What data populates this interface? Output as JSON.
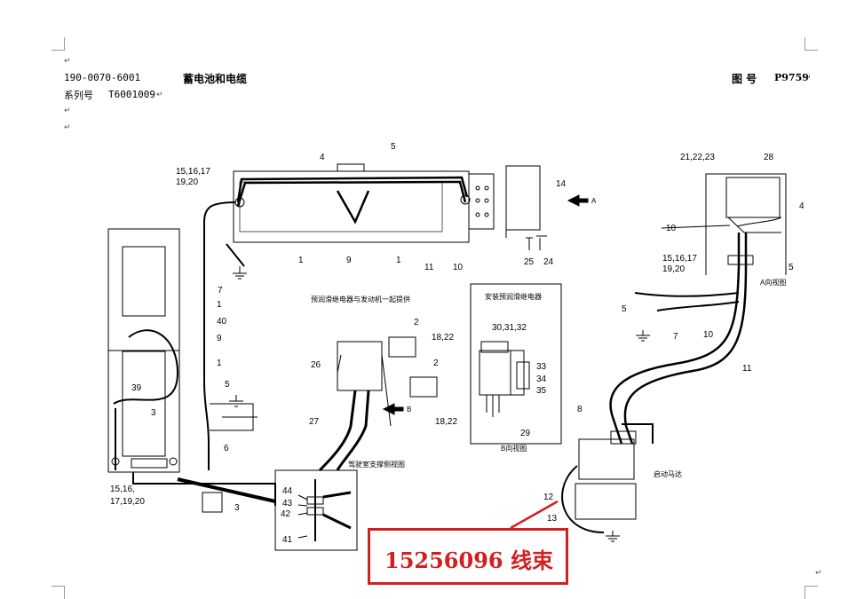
{
  "header": {
    "part_number": "190-0070-6001",
    "title": "蓄电池和电缆",
    "drawing_label": "图 号",
    "drawing_number": "P9759",
    "series_label": "系列号",
    "series_number": "T6001009",
    "para_mark": "↵"
  },
  "captions": {
    "main_left": "预润滑继电器与发动机一起提供",
    "main_right": "安装预润滑继电器",
    "cab_view": "驾驶室支撑侧视图",
    "b_view": "B向视图",
    "a_view": "A向视图",
    "starter": "启动马达",
    "a_arrow": "A",
    "b_arrow": "B"
  },
  "labels": {
    "l_15_top": "15,16,17",
    "l_19_top": "19,20",
    "l4_top": "4",
    "l5_top": "5",
    "l14": "14",
    "l1a": "1",
    "l9a": "9",
    "l1b": "1",
    "l11a": "11",
    "l10a": "10",
    "l25": "25",
    "l24": "24",
    "l7a": "7",
    "l1c": "1",
    "l40": "40",
    "l9b": "9",
    "l1d": "1",
    "l39": "39",
    "l3a": "3",
    "l5b": "5",
    "l6": "6",
    "l15_bot": "15,16,",
    "l17_bot": "17,19,20",
    "l3b": "3",
    "l44": "44",
    "l43": "43",
    "l42": "42",
    "l41": "41",
    "l2a": "2",
    "l18a": "18,22",
    "l26": "26",
    "l2b": "2",
    "l18b": "18,22",
    "l27": "27",
    "l303132": "30,31,32",
    "l33": "33",
    "l34": "34",
    "l35": "35",
    "l29": "29",
    "l212223": "21,22,23",
    "l28": "28",
    "l4_right": "4",
    "l10b": "10",
    "l15_right": "15,16,17",
    "l19_right": "19,20",
    "l5c": "5",
    "l5d": "5",
    "l7b": "7",
    "l10c": "10",
    "l11b": "11",
    "l8": "8",
    "l12": "12",
    "l13": "13"
  },
  "callout": {
    "text": "15256096 线束",
    "color": "#d21f1f"
  }
}
